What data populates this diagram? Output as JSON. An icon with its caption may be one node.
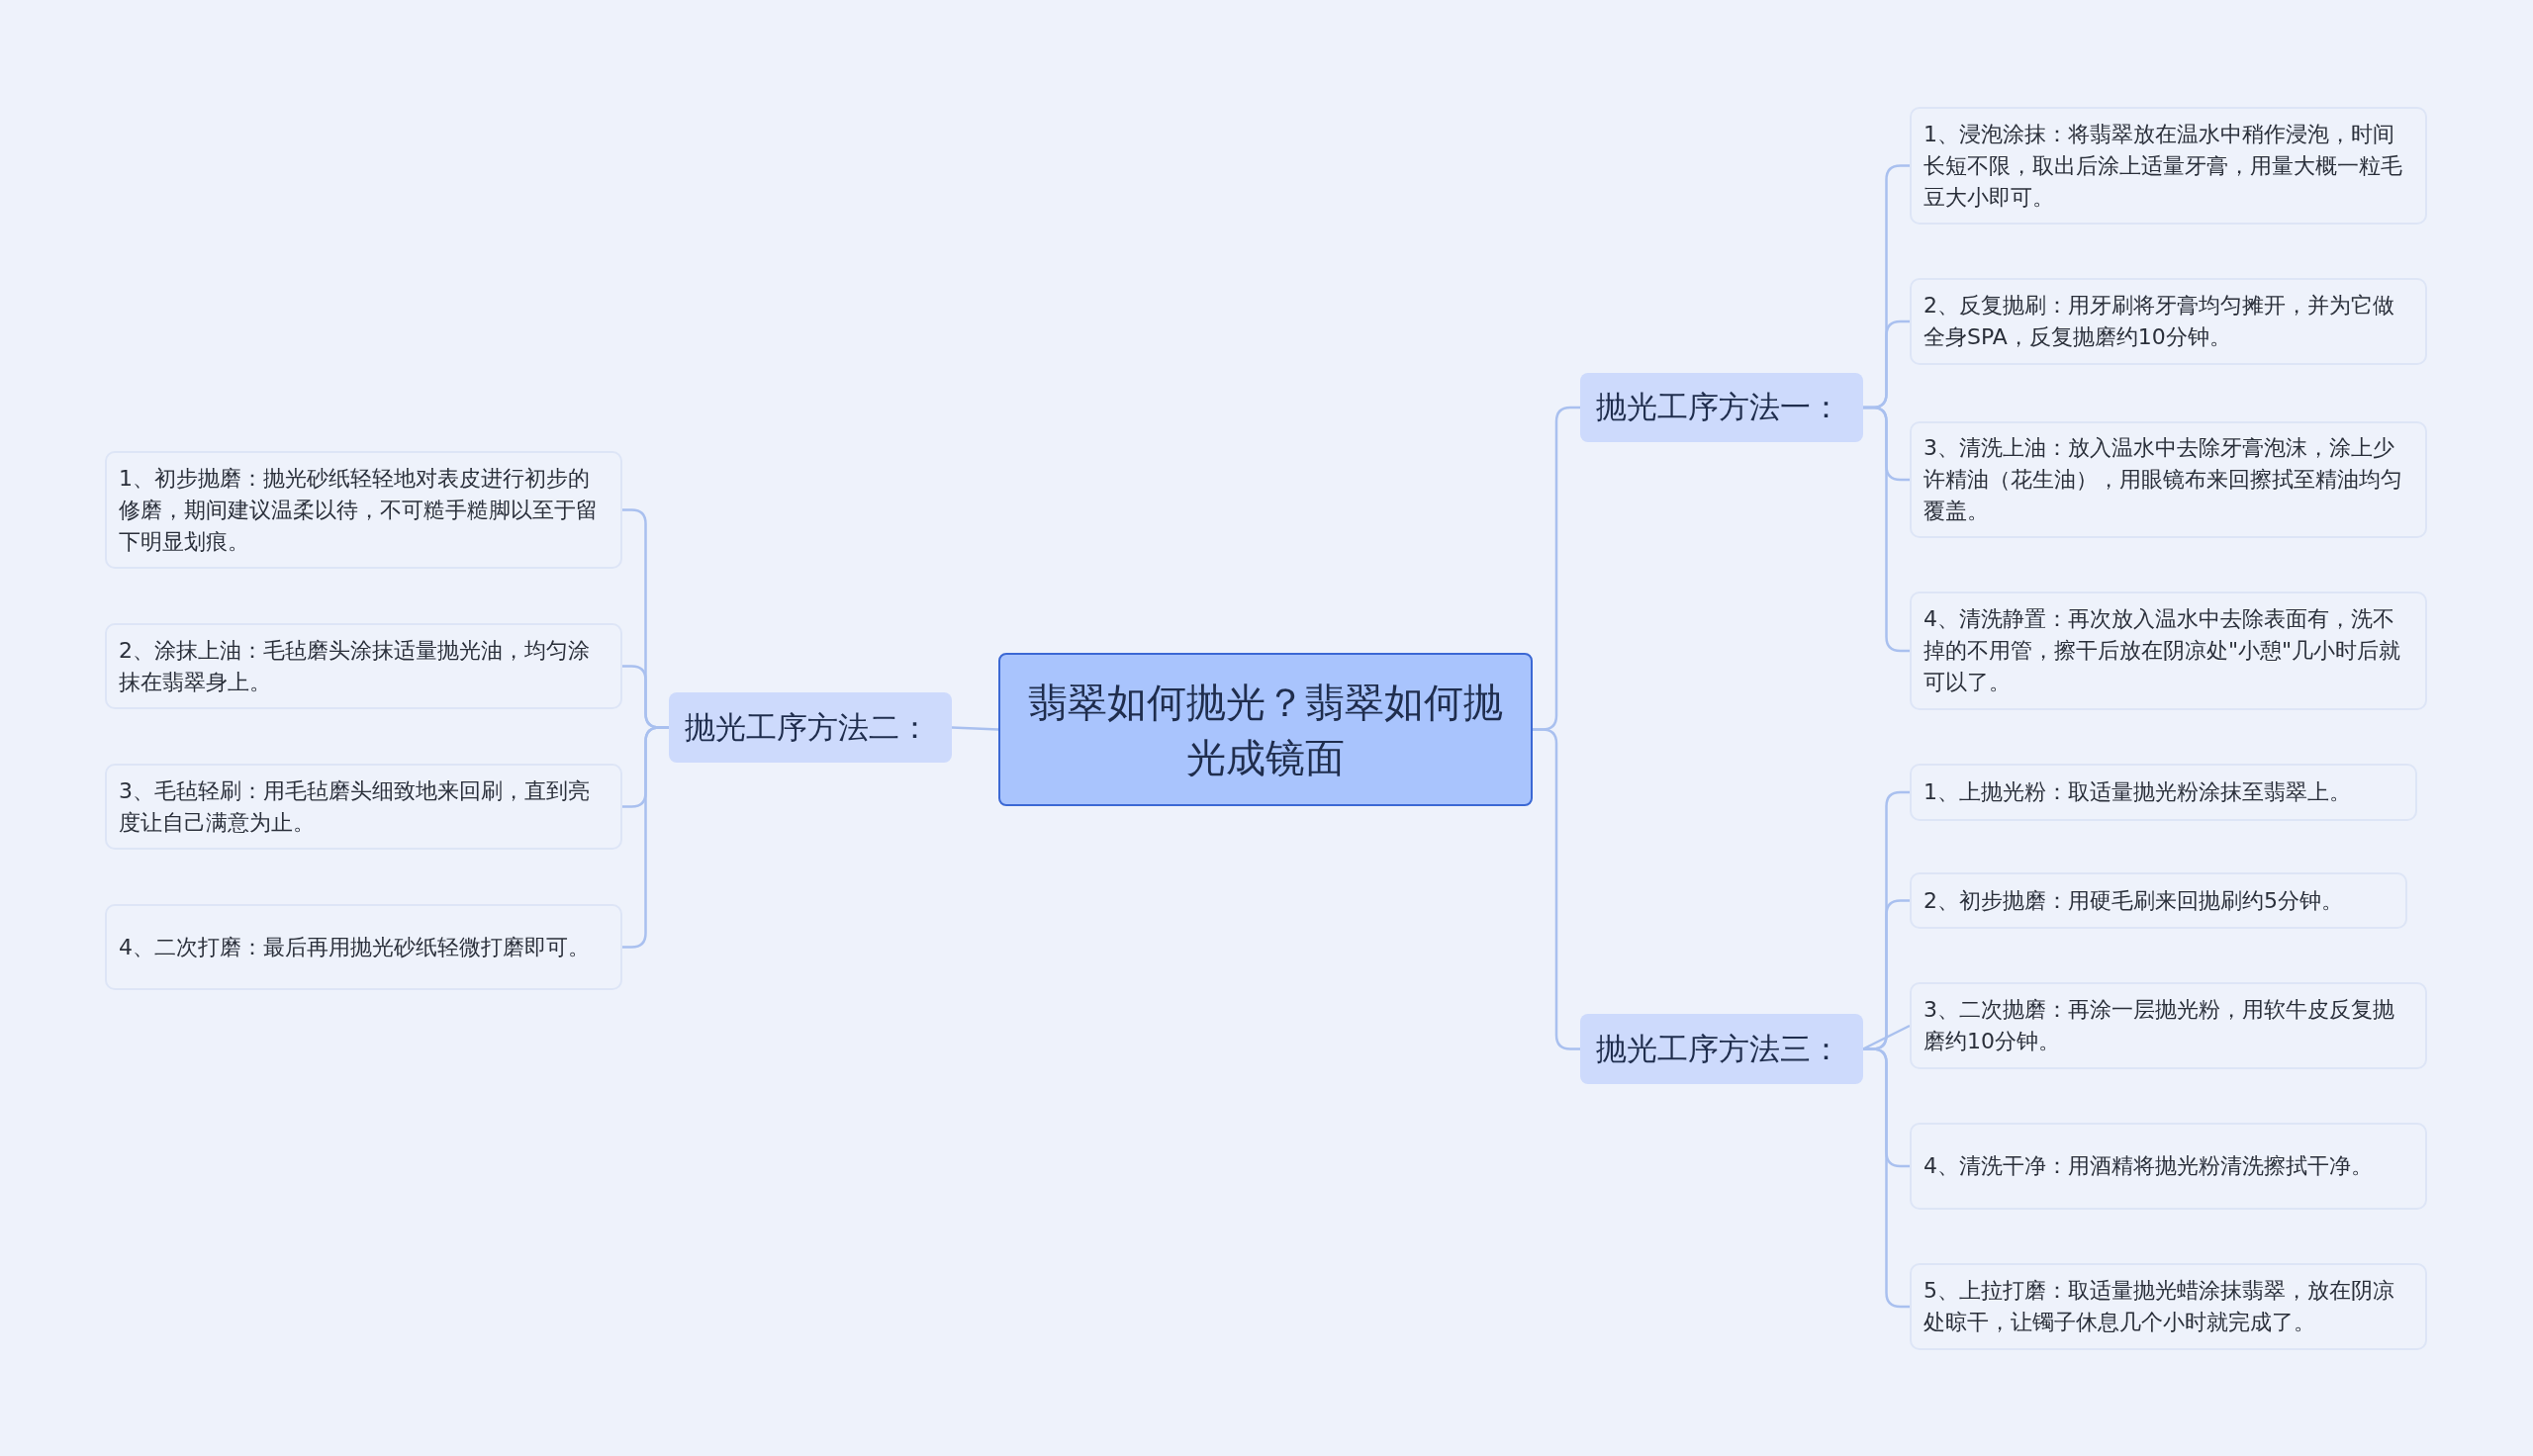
{
  "diagram": {
    "nodes": [
      {
        "text": [
          "翡翠如何抛光？翡翠如何抛光成镜面"
        ]
      },
      {
        "text": [
          "抛光工序方法一："
        ]
      },
      {
        "text": [
          "1、浸泡涂抹：将翡翠放在温水中稍作浸泡，时间长短不限，取出后涂上适量牙膏，用量大概一粒毛豆大小即可。"
        ]
      },
      {
        "text": [
          "2、反复抛刷：用牙刷将牙膏均匀摊开，并为它做全身SPA，反复抛磨约10分钟。"
        ]
      },
      {
        "text": [
          "3、清洗上油：放入温水中去除牙膏泡沫，涂上少许精油（花生油），用眼镜布来回擦拭至精油均匀覆盖。"
        ]
      },
      {
        "text": [
          "4、清洗静置：再次放入温水中去除表面有，洗不掉的不用管，擦干后放在阴凉处\"小憩\"几小时后就可以了。"
        ]
      },
      {
        "text": [
          "抛光工序方法二："
        ]
      },
      {
        "text": [
          "1、初步抛磨：抛光砂纸轻轻地对表皮进行初步的修磨，期间建议温柔以待，不可糙手糙脚以至于留下明显划痕。"
        ]
      },
      {
        "text": [
          "2、涂抹上油：毛毡磨头涂抹适量抛光油，均匀涂抹在翡翠身上。"
        ]
      },
      {
        "text": [
          "3、毛毡轻刷：用毛毡磨头细致地来回刷，直到亮度让自己满意为止。"
        ]
      },
      {
        "text": [
          "4、二次打磨：最后再用抛光砂纸轻微打磨即可。"
        ]
      },
      {
        "text": [
          "抛光工序方法三："
        ]
      },
      {
        "text": [
          "1、上抛光粉：取适量抛光粉涂抹至翡翠上。"
        ]
      },
      {
        "text": [
          "2、初步抛磨：用硬毛刷来回抛刷约5分钟。"
        ]
      },
      {
        "text": [
          "3、二次抛磨：再涂一层抛光粉，用软牛皮反复抛磨约10分钟。"
        ]
      },
      {
        "text": [
          "4、清洗干净：用酒精将抛光粉清洗擦拭干净。"
        ]
      },
      {
        "text": [
          "5、上拉打磨：取适量抛光蜡涂抹翡翠，放在阴凉处晾干，让镯子休息几个小时就完成了。"
        ]
      }
    ],
    "edges": [
      {
        "from": 0,
        "to": 1,
        "arrow": "none"
      },
      {
        "from": 1,
        "to": 2,
        "arrow": "none"
      },
      {
        "from": 1,
        "to": 3,
        "arrow": "none"
      },
      {
        "from": 1,
        "to": 4,
        "arrow": "none"
      },
      {
        "from": 1,
        "to": 5,
        "arrow": "none"
      },
      {
        "from": 0,
        "to": 6,
        "arrow": "none"
      },
      {
        "from": 6,
        "to": 7,
        "arrow": "none"
      },
      {
        "from": 6,
        "to": 8,
        "arrow": "none"
      },
      {
        "from": 6,
        "to": 9,
        "arrow": "none"
      },
      {
        "from": 6,
        "to": 10,
        "arrow": "none"
      },
      {
        "from": 0,
        "to": 11,
        "arrow": "none"
      },
      {
        "from": 11,
        "to": 12,
        "arrow": "none"
      },
      {
        "from": 11,
        "to": 13,
        "arrow": "none"
      },
      {
        "from": 11,
        "to": 14,
        "arrow": "none"
      },
      {
        "from": 11,
        "to": 15,
        "arrow": "none"
      },
      {
        "from": 11,
        "to": 16,
        "arrow": "none"
      }
    ]
  }
}
